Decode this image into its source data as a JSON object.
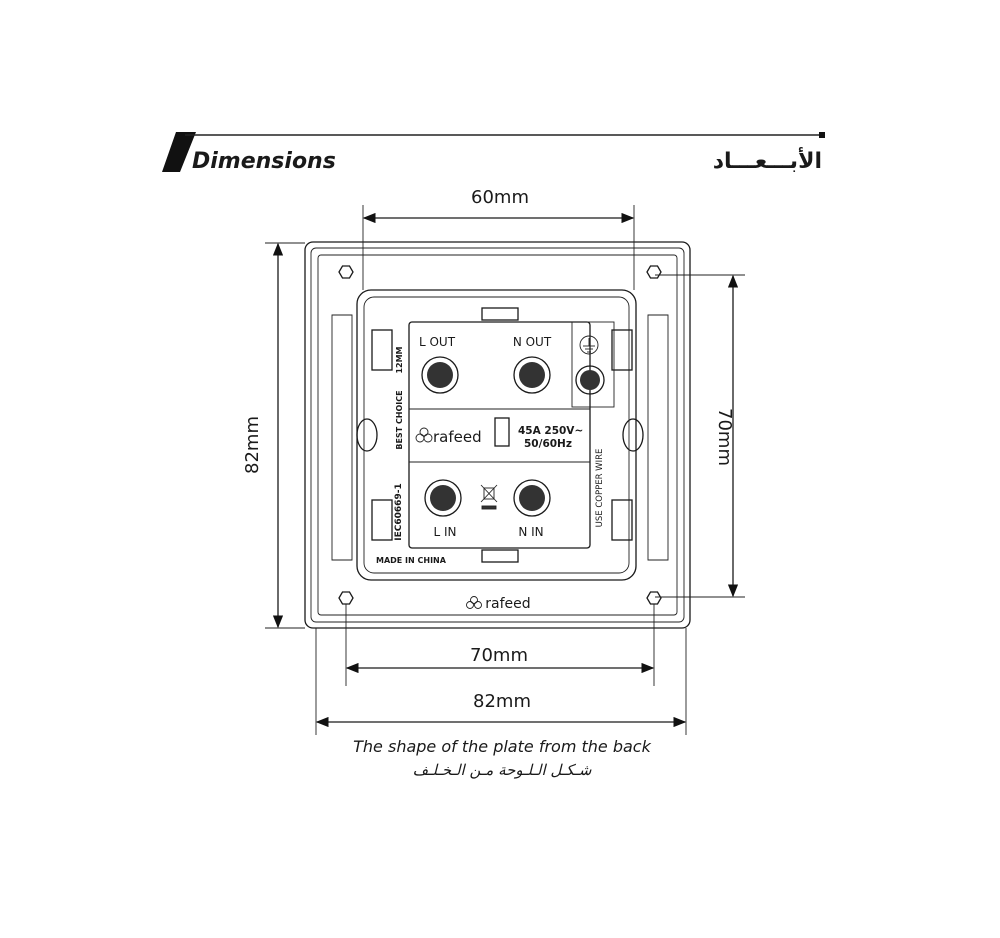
{
  "header": {
    "title_en": "Dimensions",
    "title_ar": "الأبـــعـــاد"
  },
  "dimensions": {
    "module_width": "60mm",
    "plate_height": "82mm",
    "hole_spacing_vertical": "70mm",
    "hole_spacing_horizontal": "70mm",
    "plate_width": "82mm"
  },
  "module": {
    "terminal_l_out": "L OUT",
    "terminal_n_out": "N OUT",
    "terminal_l_in": "L IN",
    "terminal_n_in": "N IN",
    "brand": "rafeed",
    "rating": "45A  250V~",
    "frequency": "50/60Hz",
    "standard": "IEC60669-1",
    "best_choice": "BEST CHOICE",
    "strip_length": "12MM",
    "copper_wire": "USE COPPER WIRE",
    "origin": "MADE IN CHINA"
  },
  "plate_brand": "rafeed",
  "caption": {
    "en": "The shape of the plate from the back",
    "ar": "شـكـل الـلـوحة مـن الـخـلـف"
  },
  "icons": [
    "earth-ground-icon",
    "weee-bin-icon",
    "rafeed-logo-icon",
    "hex-screw-hole-icon"
  ]
}
